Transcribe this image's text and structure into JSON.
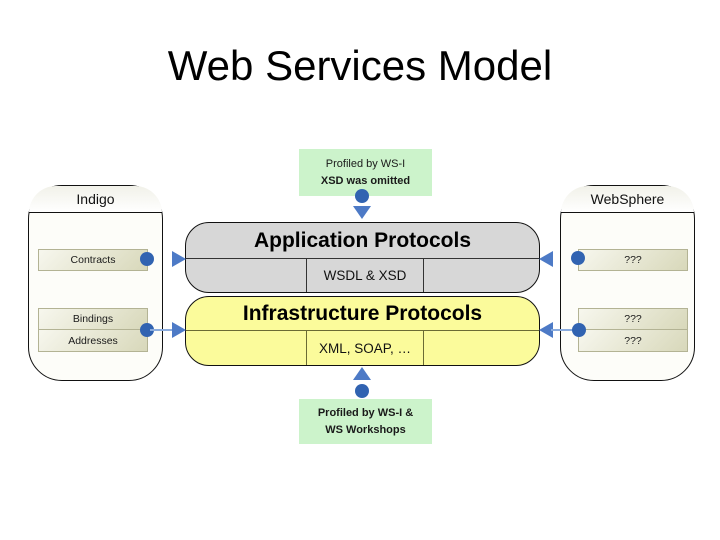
{
  "title": "Web Services Model",
  "top_note": {
    "line1": "Profiled by WS-I",
    "line2": "XSD was omitted"
  },
  "bottom_note": {
    "line1": "Profiled by WS-I &",
    "line2": "WS Workshops"
  },
  "left_panel": {
    "title": "Indigo",
    "items": [
      "Contracts",
      "Bindings",
      "Addresses"
    ]
  },
  "right_panel": {
    "title": "WebSphere",
    "items": [
      "???",
      "???",
      "???"
    ]
  },
  "application_box": {
    "title": "Application Protocols",
    "sub": "WSDL & XSD"
  },
  "infrastructure_box": {
    "title": "Infrastructure Protocols",
    "sub": "XML, SOAP, …"
  },
  "colors": {
    "note-bg": "#ccf3cb",
    "app-bg": "#d7d7d7",
    "infra-bg": "#fbfb9b",
    "panel-bg": "#fdfdf9",
    "item-start": "#f7f7ee",
    "item-end": "#d8d8ba",
    "dot": "#3163b1",
    "arrow": "#4d7ac6",
    "line": "#8aabdd"
  }
}
